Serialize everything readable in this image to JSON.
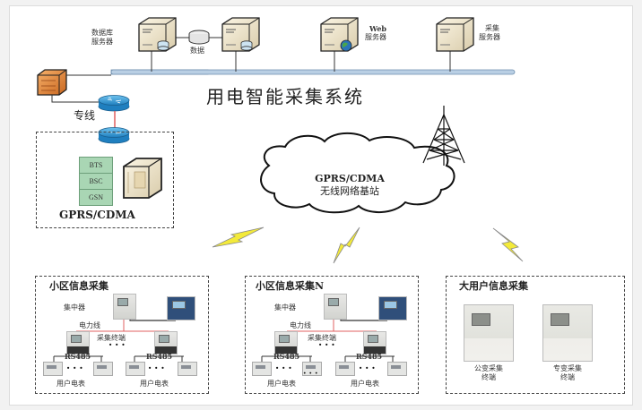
{
  "title": "用电智能采集系统",
  "servers": {
    "database": "数据库\n服务器",
    "data_store": "数据",
    "web_line1": "Web",
    "web_line2": "服务器",
    "collect_line1": "采集",
    "collect_line2": "服务器"
  },
  "dedicated_line": "专线",
  "gprs_box": {
    "stack": [
      "BTS",
      "BSC",
      "GSN"
    ],
    "label": "GPRS/CDMA"
  },
  "cloud": {
    "line1": "GPRS/CDMA",
    "line2": "无线网络基站"
  },
  "areas": [
    {
      "title": "小区信息采集",
      "concentrator": "集中器",
      "power_line": "电力线",
      "terminal": "采集终端",
      "rs485_left": "RS485",
      "rs485_right": "RS485",
      "meters_left": "用户电表",
      "meters_right": "用户电表"
    },
    {
      "title": "小区信息采集N",
      "concentrator": "集中器",
      "power_line": "电力线",
      "terminal": "采集终端",
      "rs485_left": "RS485",
      "rs485_right": "RS485",
      "meters_left": "用户电表",
      "meters_right": "用户电表"
    }
  ],
  "large_user": {
    "title": "大用户信息采集",
    "public_terminal": "公变采集\n终端",
    "private_terminal": "专变采集\n终端"
  },
  "colors": {
    "bus": "#b9cfe4",
    "dedicated_link": "#e06060",
    "router": "#3a9fd6",
    "firewall": "#e08a3c",
    "lightning": "#f3ea3a",
    "stack": "#a9d6b4"
  }
}
